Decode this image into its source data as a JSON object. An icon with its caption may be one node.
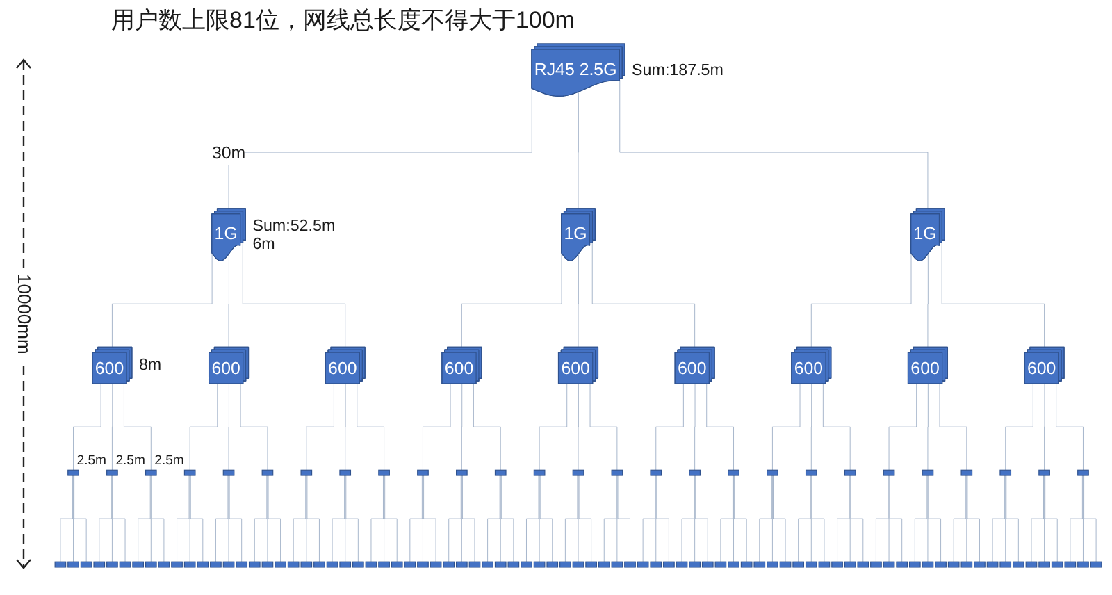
{
  "diagram": {
    "title": "用户数上限81位，网线总长度不得大于100m",
    "nodes": [
      {
        "text": [
          "RJ45 2.5G"
        ],
        "beside": [
          "Sum:187.5m"
        ]
      },
      {
        "text": [
          "1G"
        ],
        "beside": [
          "Sum:52.5m",
          "6m"
        ]
      },
      {
        "text": [
          "1G"
        ]
      },
      {
        "text": [
          "1G"
        ]
      },
      {
        "text": [
          "600"
        ],
        "beside": [
          "8m"
        ]
      },
      {
        "text": [
          "600"
        ]
      },
      {
        "text": [
          "600"
        ]
      },
      {
        "text": [
          "600"
        ]
      },
      {
        "text": [
          "600"
        ]
      },
      {
        "text": [
          "600"
        ]
      },
      {
        "text": [
          "600"
        ]
      },
      {
        "text": [
          "600"
        ]
      },
      {
        "text": [
          "600"
        ]
      },
      {
        "text": [],
        "shape": "box",
        "beside": [
          "2.5m"
        ]
      },
      {
        "text": [],
        "shape": "box",
        "beside": [
          "2.5m"
        ]
      },
      {
        "text": [],
        "shape": "box",
        "beside": [
          "2.5m"
        ]
      },
      {
        "text": [],
        "shape": "box"
      },
      {
        "text": [],
        "shape": "box"
      },
      {
        "text": [],
        "shape": "box"
      },
      {
        "text": [],
        "shape": "box"
      },
      {
        "text": [],
        "shape": "box"
      },
      {
        "text": [],
        "shape": "box"
      },
      {
        "text": [],
        "shape": "box"
      },
      {
        "text": [],
        "shape": "box"
      },
      {
        "text": [],
        "shape": "box"
      },
      {
        "text": [],
        "shape": "box"
      },
      {
        "text": [],
        "shape": "box"
      },
      {
        "text": [],
        "shape": "box"
      },
      {
        "text": [],
        "shape": "box"
      },
      {
        "text": [],
        "shape": "box"
      },
      {
        "text": [],
        "shape": "box"
      },
      {
        "text": [],
        "shape": "box"
      },
      {
        "text": [],
        "shape": "box"
      },
      {
        "text": [],
        "shape": "box"
      },
      {
        "text": [],
        "shape": "box"
      },
      {
        "text": [],
        "shape": "box"
      },
      {
        "text": [],
        "shape": "box"
      },
      {
        "text": [],
        "shape": "box"
      },
      {
        "text": [],
        "shape": "box"
      },
      {
        "text": [],
        "shape": "box"
      },
      {
        "text": [],
        "shape": "box"
      },
      {
        "text": [],
        "shape": "box"
      },
      {
        "text": [],
        "shape": "box"
      },
      {
        "text": [],
        "shape": "box"
      },
      {
        "text": [],
        "shape": "box"
      },
      {
        "text": [],
        "shape": "box"
      },
      {
        "text": [],
        "shape": "box"
      },
      {
        "text": [],
        "shape": "box"
      },
      {
        "text": [],
        "shape": "box"
      },
      {
        "text": [],
        "shape": "box"
      },
      {
        "text": [],
        "shape": "box"
      },
      {
        "text": [],
        "shape": "box"
      },
      {
        "text": [],
        "shape": "box"
      },
      {
        "text": [],
        "shape": "box"
      },
      {
        "text": [],
        "shape": "box"
      },
      {
        "text": [],
        "shape": "box"
      },
      {
        "text": [],
        "shape": "box"
      },
      {
        "text": [],
        "shape": "box"
      },
      {
        "text": [],
        "shape": "box"
      },
      {
        "text": [],
        "shape": "box"
      },
      {
        "text": [],
        "shape": "box"
      },
      {
        "text": [],
        "shape": "box"
      },
      {
        "text": [],
        "shape": "box"
      },
      {
        "text": [],
        "shape": "box"
      },
      {
        "text": [],
        "shape": "box"
      },
      {
        "text": [],
        "shape": "box"
      },
      {
        "text": [],
        "shape": "box"
      },
      {
        "text": [],
        "shape": "box"
      },
      {
        "text": [],
        "shape": "box"
      },
      {
        "text": [],
        "shape": "box"
      },
      {
        "text": [],
        "shape": "box"
      },
      {
        "text": [],
        "shape": "box"
      },
      {
        "text": [],
        "shape": "box"
      },
      {
        "text": [],
        "shape": "box"
      },
      {
        "text": [],
        "shape": "box"
      },
      {
        "text": [],
        "shape": "box"
      },
      {
        "text": [],
        "shape": "box"
      },
      {
        "text": [],
        "shape": "box"
      },
      {
        "text": [],
        "shape": "box"
      },
      {
        "text": [],
        "shape": "box"
      },
      {
        "text": [],
        "shape": "box"
      },
      {
        "text": [],
        "shape": "box"
      },
      {
        "text": [],
        "shape": "box"
      },
      {
        "text": [],
        "shape": "box"
      },
      {
        "text": [],
        "shape": "box"
      },
      {
        "text": [],
        "shape": "box"
      },
      {
        "text": [],
        "shape": "box"
      },
      {
        "text": [],
        "shape": "box"
      },
      {
        "text": [],
        "shape": "box"
      },
      {
        "text": [],
        "shape": "box"
      },
      {
        "text": [],
        "shape": "box"
      },
      {
        "text": [],
        "shape": "box"
      },
      {
        "text": [],
        "shape": "box"
      },
      {
        "text": [],
        "shape": "box"
      },
      {
        "text": [],
        "shape": "box"
      },
      {
        "text": [],
        "shape": "box"
      },
      {
        "text": [],
        "shape": "box"
      },
      {
        "text": [],
        "shape": "box"
      },
      {
        "text": [],
        "shape": "box"
      },
      {
        "text": [],
        "shape": "box"
      },
      {
        "text": [],
        "shape": "box"
      },
      {
        "text": [],
        "shape": "box"
      },
      {
        "text": [],
        "shape": "box"
      },
      {
        "text": [],
        "shape": "box"
      },
      {
        "text": [],
        "shape": "box"
      },
      {
        "text": [],
        "shape": "box"
      },
      {
        "text": [],
        "shape": "box"
      },
      {
        "text": [],
        "shape": "box"
      },
      {
        "text": [],
        "shape": "box"
      },
      {
        "text": [],
        "shape": "box"
      },
      {
        "text": [],
        "shape": "box"
      },
      {
        "text": [],
        "shape": "box"
      },
      {
        "text": [],
        "shape": "box"
      },
      {
        "text": [],
        "shape": "box"
      },
      {
        "text": [],
        "shape": "box"
      },
      {
        "text": [],
        "shape": "box"
      },
      {
        "text": [],
        "shape": "box"
      },
      {
        "text": [],
        "shape": "box"
      },
      {
        "text": [],
        "shape": "box"
      },
      {
        "text": [],
        "shape": "box"
      },
      {
        "text": [],
        "shape": "box"
      }
    ],
    "edges": [
      {
        "from": 0,
        "to": 1,
        "arrow": "none",
        "label": "30m"
      },
      {
        "from": 0,
        "to": 2,
        "arrow": "none"
      },
      {
        "from": 0,
        "to": 3,
        "arrow": "none"
      },
      {
        "from": 1,
        "to": 4,
        "arrow": "none"
      },
      {
        "from": 1,
        "to": 5,
        "arrow": "none"
      },
      {
        "from": 1,
        "to": 6,
        "arrow": "none"
      },
      {
        "from": 2,
        "to": 7,
        "arrow": "none"
      },
      {
        "from": 2,
        "to": 8,
        "arrow": "none"
      },
      {
        "from": 2,
        "to": 9,
        "arrow": "none"
      },
      {
        "from": 3,
        "to": 10,
        "arrow": "none"
      },
      {
        "from": 3,
        "to": 11,
        "arrow": "none"
      },
      {
        "from": 3,
        "to": 12,
        "arrow": "none"
      },
      {
        "from": 4,
        "to": 13,
        "arrow": "none"
      },
      {
        "from": 4,
        "to": 14,
        "arrow": "none"
      },
      {
        "from": 4,
        "to": 15,
        "arrow": "none"
      },
      {
        "from": 5,
        "to": 16,
        "arrow": "none"
      },
      {
        "from": 5,
        "to": 17,
        "arrow": "none"
      },
      {
        "from": 5,
        "to": 18,
        "arrow": "none"
      },
      {
        "from": 6,
        "to": 19,
        "arrow": "none"
      },
      {
        "from": 6,
        "to": 20,
        "arrow": "none"
      },
      {
        "from": 6,
        "to": 21,
        "arrow": "none"
      },
      {
        "from": 7,
        "to": 22,
        "arrow": "none"
      },
      {
        "from": 7,
        "to": 23,
        "arrow": "none"
      },
      {
        "from": 7,
        "to": 24,
        "arrow": "none"
      },
      {
        "from": 8,
        "to": 25,
        "arrow": "none"
      },
      {
        "from": 8,
        "to": 26,
        "arrow": "none"
      },
      {
        "from": 8,
        "to": 27,
        "arrow": "none"
      },
      {
        "from": 9,
        "to": 28,
        "arrow": "none"
      },
      {
        "from": 9,
        "to": 29,
        "arrow": "none"
      },
      {
        "from": 9,
        "to": 30,
        "arrow": "none"
      },
      {
        "from": 10,
        "to": 31,
        "arrow": "none"
      },
      {
        "from": 10,
        "to": 32,
        "arrow": "none"
      },
      {
        "from": 10,
        "to": 33,
        "arrow": "none"
      },
      {
        "from": 11,
        "to": 34,
        "arrow": "none"
      },
      {
        "from": 11,
        "to": 35,
        "arrow": "none"
      },
      {
        "from": 11,
        "to": 36,
        "arrow": "none"
      },
      {
        "from": 12,
        "to": 37,
        "arrow": "none"
      },
      {
        "from": 12,
        "to": 38,
        "arrow": "none"
      },
      {
        "from": 12,
        "to": 39,
        "arrow": "none"
      },
      {
        "from": 13,
        "to": 40,
        "arrow": "none"
      },
      {
        "from": 13,
        "to": 41,
        "arrow": "none"
      },
      {
        "from": 13,
        "to": 42,
        "arrow": "none"
      },
      {
        "from": 14,
        "to": 43,
        "arrow": "none"
      },
      {
        "from": 14,
        "to": 44,
        "arrow": "none"
      },
      {
        "from": 14,
        "to": 45,
        "arrow": "none"
      },
      {
        "from": 15,
        "to": 46,
        "arrow": "none"
      },
      {
        "from": 15,
        "to": 47,
        "arrow": "none"
      },
      {
        "from": 15,
        "to": 48,
        "arrow": "none"
      },
      {
        "from": 16,
        "to": 49,
        "arrow": "none"
      },
      {
        "from": 16,
        "to": 50,
        "arrow": "none"
      },
      {
        "from": 16,
        "to": 51,
        "arrow": "none"
      },
      {
        "from": 17,
        "to": 52,
        "arrow": "none"
      },
      {
        "from": 17,
        "to": 53,
        "arrow": "none"
      },
      {
        "from": 17,
        "to": 54,
        "arrow": "none"
      },
      {
        "from": 18,
        "to": 55,
        "arrow": "none"
      },
      {
        "from": 18,
        "to": 56,
        "arrow": "none"
      },
      {
        "from": 18,
        "to": 57,
        "arrow": "none"
      },
      {
        "from": 19,
        "to": 58,
        "arrow": "none"
      },
      {
        "from": 19,
        "to": 59,
        "arrow": "none"
      },
      {
        "from": 19,
        "to": 60,
        "arrow": "none"
      },
      {
        "from": 20,
        "to": 61,
        "arrow": "none"
      },
      {
        "from": 20,
        "to": 62,
        "arrow": "none"
      },
      {
        "from": 20,
        "to": 63,
        "arrow": "none"
      },
      {
        "from": 21,
        "to": 64,
        "arrow": "none"
      },
      {
        "from": 21,
        "to": 65,
        "arrow": "none"
      },
      {
        "from": 21,
        "to": 66,
        "arrow": "none"
      },
      {
        "from": 22,
        "to": 67,
        "arrow": "none"
      },
      {
        "from": 22,
        "to": 68,
        "arrow": "none"
      },
      {
        "from": 22,
        "to": 69,
        "arrow": "none"
      },
      {
        "from": 23,
        "to": 70,
        "arrow": "none"
      },
      {
        "from": 23,
        "to": 71,
        "arrow": "none"
      },
      {
        "from": 23,
        "to": 72,
        "arrow": "none"
      },
      {
        "from": 24,
        "to": 73,
        "arrow": "none"
      },
      {
        "from": 24,
        "to": 74,
        "arrow": "none"
      },
      {
        "from": 24,
        "to": 75,
        "arrow": "none"
      },
      {
        "from": 25,
        "to": 76,
        "arrow": "none"
      },
      {
        "from": 25,
        "to": 77,
        "arrow": "none"
      },
      {
        "from": 25,
        "to": 78,
        "arrow": "none"
      },
      {
        "from": 26,
        "to": 79,
        "arrow": "none"
      },
      {
        "from": 26,
        "to": 80,
        "arrow": "none"
      },
      {
        "from": 26,
        "to": 81,
        "arrow": "none"
      },
      {
        "from": 27,
        "to": 82,
        "arrow": "none"
      },
      {
        "from": 27,
        "to": 83,
        "arrow": "none"
      },
      {
        "from": 27,
        "to": 84,
        "arrow": "none"
      },
      {
        "from": 28,
        "to": 85,
        "arrow": "none"
      },
      {
        "from": 28,
        "to": 86,
        "arrow": "none"
      },
      {
        "from": 28,
        "to": 87,
        "arrow": "none"
      },
      {
        "from": 29,
        "to": 88,
        "arrow": "none"
      },
      {
        "from": 29,
        "to": 89,
        "arrow": "none"
      },
      {
        "from": 29,
        "to": 90,
        "arrow": "none"
      },
      {
        "from": 30,
        "to": 91,
        "arrow": "none"
      },
      {
        "from": 30,
        "to": 92,
        "arrow": "none"
      },
      {
        "from": 30,
        "to": 93,
        "arrow": "none"
      },
      {
        "from": 31,
        "to": 94,
        "arrow": "none"
      },
      {
        "from": 31,
        "to": 95,
        "arrow": "none"
      },
      {
        "from": 31,
        "to": 96,
        "arrow": "none"
      },
      {
        "from": 32,
        "to": 97,
        "arrow": "none"
      },
      {
        "from": 32,
        "to": 98,
        "arrow": "none"
      },
      {
        "from": 32,
        "to": 99,
        "arrow": "none"
      },
      {
        "from": 33,
        "to": 100,
        "arrow": "none"
      },
      {
        "from": 33,
        "to": 101,
        "arrow": "none"
      },
      {
        "from": 33,
        "to": 102,
        "arrow": "none"
      },
      {
        "from": 34,
        "to": 103,
        "arrow": "none"
      },
      {
        "from": 34,
        "to": 104,
        "arrow": "none"
      },
      {
        "from": 34,
        "to": 105,
        "arrow": "none"
      },
      {
        "from": 35,
        "to": 106,
        "arrow": "none"
      },
      {
        "from": 35,
        "to": 107,
        "arrow": "none"
      },
      {
        "from": 35,
        "to": 108,
        "arrow": "none"
      },
      {
        "from": 36,
        "to": 109,
        "arrow": "none"
      },
      {
        "from": 36,
        "to": 110,
        "arrow": "none"
      },
      {
        "from": 36,
        "to": 111,
        "arrow": "none"
      },
      {
        "from": 37,
        "to": 112,
        "arrow": "none"
      },
      {
        "from": 37,
        "to": 113,
        "arrow": "none"
      },
      {
        "from": 37,
        "to": 114,
        "arrow": "none"
      },
      {
        "from": 38,
        "to": 115,
        "arrow": "none"
      },
      {
        "from": 38,
        "to": 116,
        "arrow": "none"
      },
      {
        "from": 38,
        "to": 117,
        "arrow": "none"
      },
      {
        "from": 39,
        "to": 118,
        "arrow": "none"
      },
      {
        "from": 39,
        "to": 119,
        "arrow": "none"
      },
      {
        "from": 39,
        "to": 120,
        "arrow": "none"
      }
    ],
    "labels": [
      "10000mm"
    ]
  }
}
